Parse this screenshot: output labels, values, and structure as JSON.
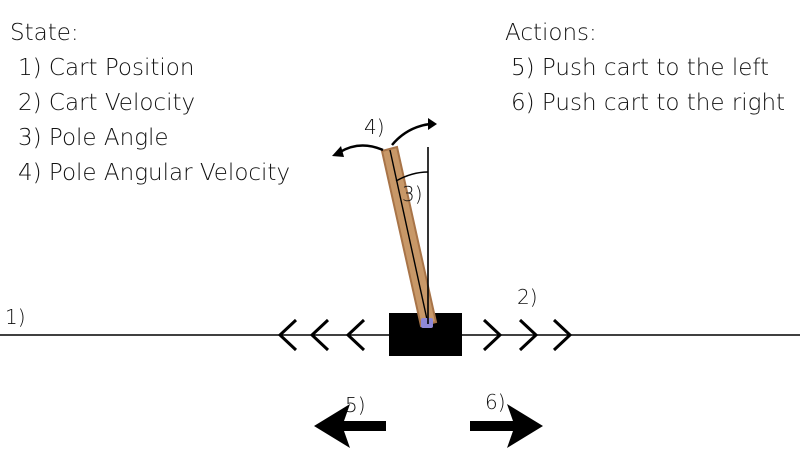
{
  "state": {
    "title": "State:",
    "items": [
      "1) Cart Position",
      "2) Cart Velocity",
      "3) Pole Angle",
      "4) Pole Angular Velocity"
    ]
  },
  "actions": {
    "title": "Actions:",
    "items": [
      "5) Push cart to the left",
      "6) Push cart to the right"
    ]
  },
  "markers": {
    "cart_position": "1)",
    "cart_velocity": "2)",
    "pole_angle": "3)",
    "pole_angular_velocity": "4)",
    "push_left": "5)",
    "push_right": "6)"
  },
  "colors": {
    "pole": "#c89868",
    "pole_edge": "#a87448",
    "cart": "#000000",
    "axle": "#8f88d6",
    "line": "#000000"
  }
}
